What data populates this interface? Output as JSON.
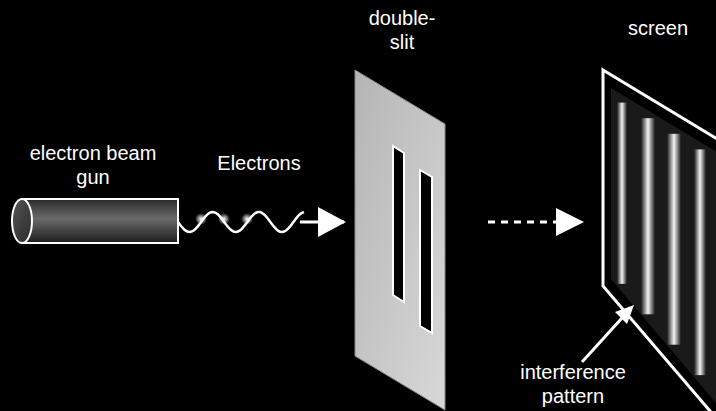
{
  "diagram": {
    "labels": [
      "electron beam gun",
      "Electrons",
      "double-slit",
      "screen",
      "interference pattern"
    ]
  }
}
